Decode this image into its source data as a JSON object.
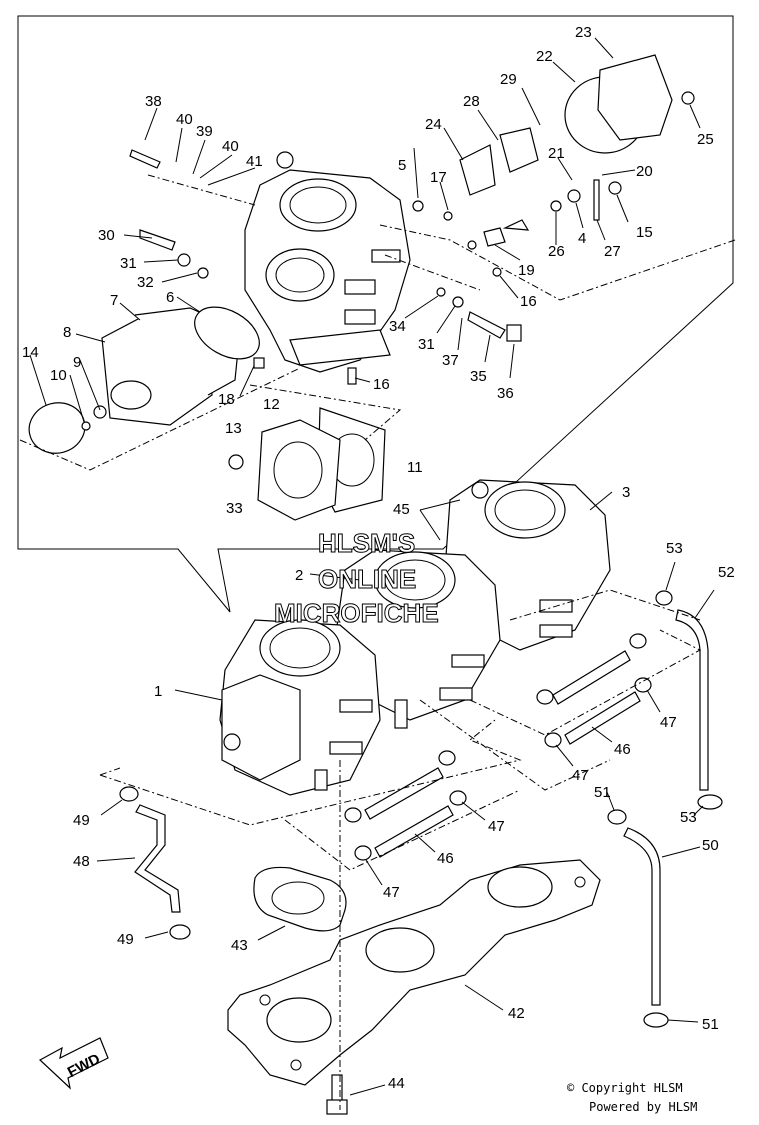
{
  "callouts": {
    "c1": "1",
    "c2": "2",
    "c3": "3",
    "c4": "4",
    "c5": "5",
    "c6": "6",
    "c7": "7",
    "c8": "8",
    "c9": "9",
    "c10": "10",
    "c11": "11",
    "c12": "12",
    "c13": "13",
    "c14": "14",
    "c15": "15",
    "c16a": "16",
    "c16b": "16",
    "c17": "17",
    "c18": "18",
    "c19": "19",
    "c20": "20",
    "c21": "21",
    "c22": "22",
    "c23": "23",
    "c24": "24",
    "c25": "25",
    "c26": "26",
    "c27": "27",
    "c28": "28",
    "c29": "29",
    "c30": "30",
    "c31a": "31",
    "c31b": "31",
    "c32": "32",
    "c33": "33",
    "c34": "34",
    "c35": "35",
    "c36": "36",
    "c37": "37",
    "c38": "38",
    "c39": "39",
    "c40a": "40",
    "c40b": "40",
    "c41": "41",
    "c42": "42",
    "c43": "43",
    "c44": "44",
    "c45": "45",
    "c46a": "46",
    "c46b": "46",
    "c47a": "47",
    "c47b": "47",
    "c47c": "47",
    "c47d": "47",
    "c48": "48",
    "c49a": "49",
    "c49b": "49",
    "c50": "50",
    "c51a": "51",
    "c51b": "51",
    "c52": "52",
    "c53a": "53",
    "c53b": "53"
  },
  "watermark": {
    "line1": "HLSM'S",
    "line2": "ONLINE",
    "line3": "MICROFICHE"
  },
  "fwd_label": "FWD",
  "copyright": {
    "line1": "© Copyright HLSM",
    "line2": "Powered by HLSM"
  }
}
